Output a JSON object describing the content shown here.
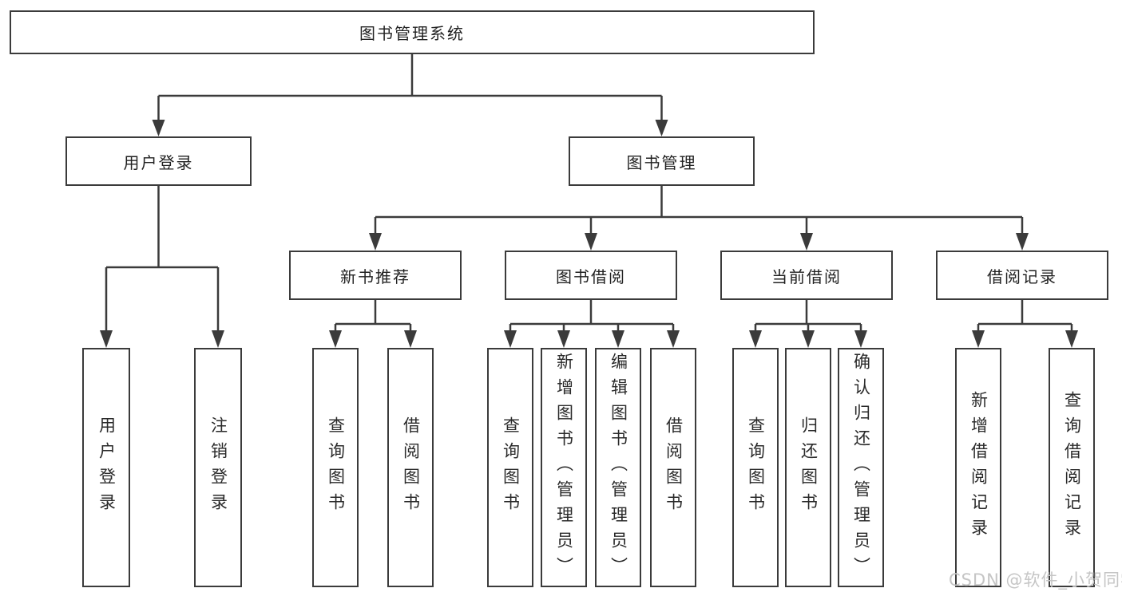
{
  "title": "图书管理系统",
  "watermark": "CSDN @软件_小贺同学",
  "colors": {
    "line": "#3b3b3b",
    "box_border": "#3b3b3b",
    "text": "#222222",
    "watermark": "#c5c5c5",
    "background": "#ffffff"
  },
  "nodes": {
    "root": {
      "label": "图书管理系统"
    },
    "user_login": {
      "label": "用户登录"
    },
    "book_management": {
      "label": "图书管理"
    },
    "new_book_recommend": {
      "label": "新书推荐"
    },
    "book_borrow": {
      "label": "图书借阅"
    },
    "current_borrow": {
      "label": "当前借阅"
    },
    "borrow_record": {
      "label": "借阅记录"
    }
  },
  "leaves": {
    "user_login": [
      {
        "label": "用户登录"
      },
      {
        "label": "注销登录"
      }
    ],
    "new_book_recommend": [
      {
        "label": "查询图书"
      },
      {
        "label": "借阅图书"
      }
    ],
    "book_borrow": [
      {
        "label": "查询图书"
      },
      {
        "label": "新增图书（管理员）"
      },
      {
        "label": "编辑图书（管理员）"
      },
      {
        "label": "借阅图书"
      }
    ],
    "current_borrow": [
      {
        "label": "查询图书"
      },
      {
        "label": "归还图书"
      },
      {
        "label": "确认归还（管理员）"
      }
    ],
    "borrow_record": [
      {
        "label": "新增借阅记录"
      },
      {
        "label": "查询借阅记录"
      }
    ]
  }
}
